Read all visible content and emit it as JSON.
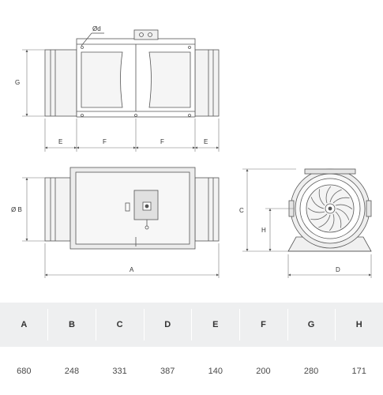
{
  "drawing": {
    "labels": {
      "d": "Ød",
      "g": "G",
      "e": "E",
      "f": "F",
      "b": "Ø B",
      "a": "A",
      "c": "C",
      "h": "H",
      "dd": "D"
    }
  },
  "table": {
    "headers": [
      "A",
      "B",
      "C",
      "D",
      "E",
      "F",
      "G",
      "H"
    ],
    "values": [
      "680",
      "248",
      "331",
      "387",
      "140",
      "200",
      "280",
      "171"
    ]
  },
  "colors": {
    "line": "#555555",
    "body_fill": "#e6e6e6",
    "header_bg": "#eeeff0"
  }
}
